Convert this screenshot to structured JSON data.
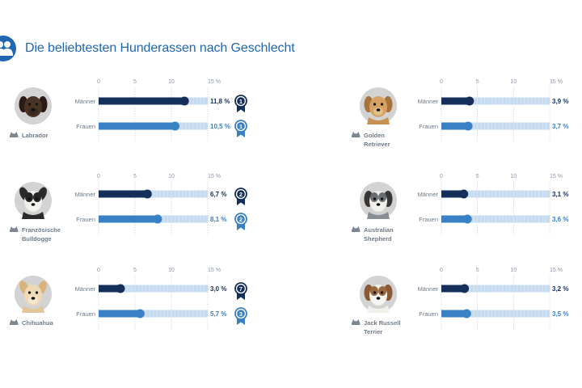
{
  "header": {
    "title": "Die beliebtesten Hunderassen nach Geschlecht"
  },
  "colors": {
    "title": "#1f66b3",
    "men_bar": "#14305a",
    "women_bar": "#3a80c4",
    "track": "#c6dbef",
    "tick": "#8a97a8",
    "label": "#6f7b89",
    "avatar_bg": "#d3d3d3",
    "rank_men": "#14305a",
    "rank_women": "#3a80c4"
  },
  "chart_data": [
    {
      "type": "bar",
      "breed": "Labrador",
      "categories": [
        "Männer",
        "Frauen"
      ],
      "values": [
        11.8,
        10.5
      ],
      "value_labels": [
        "11,8 %",
        "10,5 %"
      ],
      "ranks": [
        "1",
        "1"
      ],
      "ticks": [
        "0",
        "5",
        "10",
        "15 %"
      ],
      "xlim": [
        0,
        15
      ],
      "icon": "labrador-icon"
    },
    {
      "type": "bar",
      "breed": "Golden Retriever",
      "categories": [
        "Männer",
        "Frauen"
      ],
      "values": [
        3.9,
        3.7
      ],
      "value_labels": [
        "3,9 %",
        "3,7 %"
      ],
      "ranks": [
        "",
        ""
      ],
      "ticks": [
        "0",
        "5",
        "10",
        "15 %"
      ],
      "xlim": [
        0,
        15
      ],
      "icon": "golden-retriever-icon"
    },
    {
      "type": "bar",
      "breed": "Französische Bulldogge",
      "categories": [
        "Männer",
        "Frauen"
      ],
      "values": [
        6.7,
        8.1
      ],
      "value_labels": [
        "6,7 %",
        "8,1 %"
      ],
      "ranks": [
        "2",
        "2"
      ],
      "ticks": [
        "0",
        "5",
        "10",
        "15 %"
      ],
      "xlim": [
        0,
        15
      ],
      "icon": "french-bulldog-icon"
    },
    {
      "type": "bar",
      "breed": "Australian Shepherd",
      "categories": [
        "Männer",
        "Frauen"
      ],
      "values": [
        3.1,
        3.6
      ],
      "value_labels": [
        "3,1 %",
        "3,6 %"
      ],
      "ranks": [
        "",
        ""
      ],
      "ticks": [
        "0",
        "5",
        "10",
        "15 %"
      ],
      "xlim": [
        0,
        15
      ],
      "icon": "australian-shepherd-icon"
    },
    {
      "type": "bar",
      "breed": "Chihuahua",
      "categories": [
        "Männer",
        "Frauen"
      ],
      "values": [
        3.0,
        5.7
      ],
      "value_labels": [
        "3,0 %",
        "5,7 %"
      ],
      "ranks": [
        "7",
        "3"
      ],
      "ticks": [
        "0",
        "5",
        "10",
        "15 %"
      ],
      "xlim": [
        0,
        15
      ],
      "icon": "chihuahua-icon"
    },
    {
      "type": "bar",
      "breed": "Jack Russell Terrier",
      "categories": [
        "Männer",
        "Frauen"
      ],
      "values": [
        3.2,
        3.5
      ],
      "value_labels": [
        "3,2 %",
        "3,5 %"
      ],
      "ranks": [
        "",
        ""
      ],
      "ticks": [
        "0",
        "5",
        "10",
        "15 %"
      ],
      "xlim": [
        0,
        15
      ],
      "icon": "jack-russell-icon"
    }
  ]
}
